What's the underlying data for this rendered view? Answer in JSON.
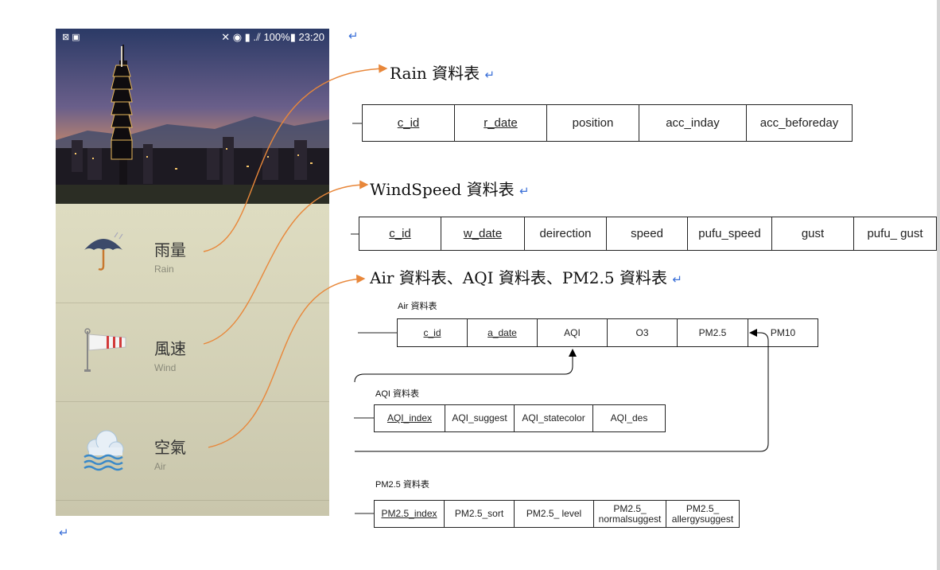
{
  "phone": {
    "status": {
      "icons": "⊠ ▣",
      "right": "✕ ◉ ▮ .⫽ 100%▮ 23:20"
    },
    "menu": [
      {
        "cn": "雨量",
        "en": "Rain",
        "icon": "umbrella-icon"
      },
      {
        "cn": "風速",
        "en": "Wind",
        "icon": "windsock-icon"
      },
      {
        "cn": "空氣",
        "en": "Air",
        "icon": "cloud-icon"
      }
    ]
  },
  "rain": {
    "title": "Rain 資料表",
    "columns": [
      "c_id",
      "r_date",
      "position",
      "acc_inday",
      "acc_beforeday"
    ]
  },
  "wind": {
    "title": "WindSpeed 資料表",
    "columns": [
      "c_id",
      "w_date",
      "deirection",
      "speed",
      "pufu_speed",
      "gust",
      "pufu_ gust"
    ]
  },
  "air_heading": "Air 資料表、AQI 資料表、PM2.5 資料表",
  "air": {
    "title": "Air 資料表",
    "columns": [
      "c_id",
      "a_date",
      "AQI",
      "O3",
      "PM2.5",
      "PM10"
    ]
  },
  "aqi": {
    "title": "AQI 資料表",
    "columns": [
      "AQI_index",
      "AQI_suggest",
      "AQI_statecolor",
      "AQI_des"
    ]
  },
  "pm25": {
    "title": "PM2.5 資料表",
    "columns": [
      "PM2.5_index",
      "PM2.5_sort",
      "PM2.5_ level",
      "PM2.5_ normalsuggest",
      "PM2.5_ allergysuggest"
    ]
  },
  "colors": {
    "connector": "#e8873a",
    "return_mark": "#3a6fd8"
  }
}
